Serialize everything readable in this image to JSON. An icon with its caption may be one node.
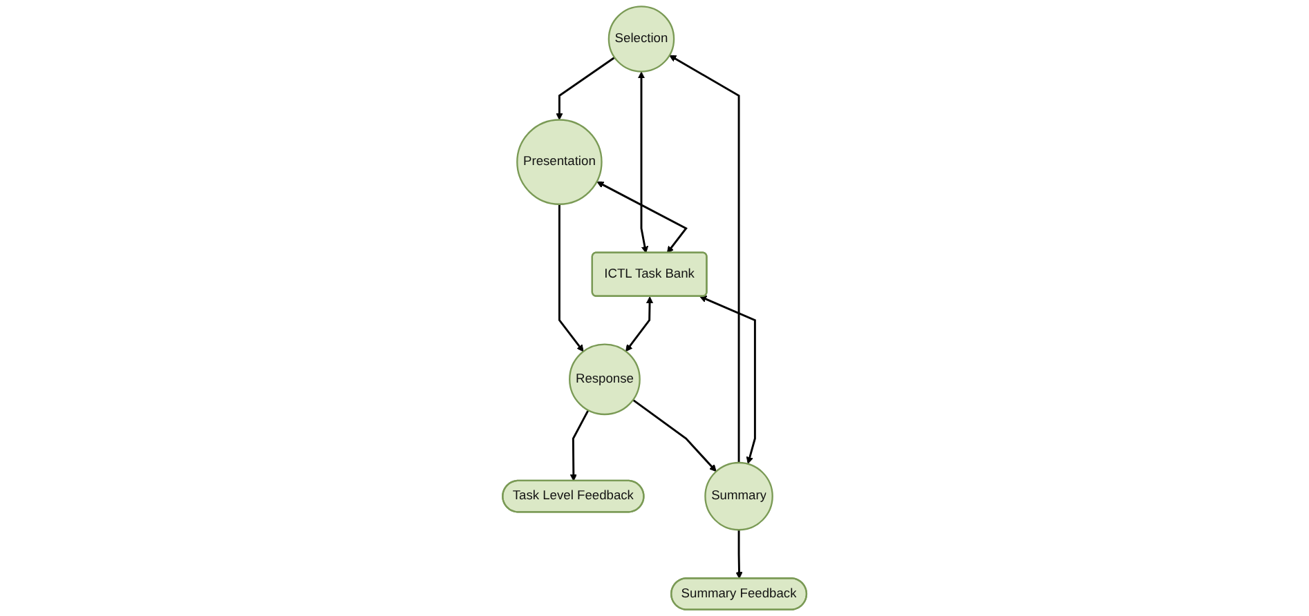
{
  "diagram": {
    "nodes": [
      {
        "text": [
          "Selection"
        ]
      },
      {
        "text": [
          "Presentation"
        ]
      },
      {
        "text": [
          "ICTL Task Bank"
        ]
      },
      {
        "text": [
          "Summary Feedback"
        ]
      },
      {
        "text": [
          "Task Level Feedback"
        ]
      },
      {
        "text": [
          "Summary"
        ]
      },
      {
        "text": [
          "Response"
        ]
      }
    ],
    "edges": [
      {
        "from": 0,
        "to": 1,
        "arrow": "to"
      },
      {
        "from": 0,
        "to": 2,
        "arrow": "both"
      },
      {
        "from": 1,
        "to": 2,
        "arrow": "both"
      },
      {
        "from": 1,
        "to": 6,
        "arrow": "to"
      },
      {
        "from": 5,
        "to": 0,
        "arrow": "to"
      },
      {
        "from": 5,
        "to": 3,
        "arrow": "to"
      },
      {
        "from": 5,
        "to": 2,
        "arrow": "both"
      },
      {
        "from": 2,
        "to": 6,
        "arrow": "both"
      },
      {
        "from": 6,
        "to": 4,
        "arrow": "to"
      },
      {
        "from": 6,
        "to": 5,
        "arrow": "to"
      }
    ]
  }
}
